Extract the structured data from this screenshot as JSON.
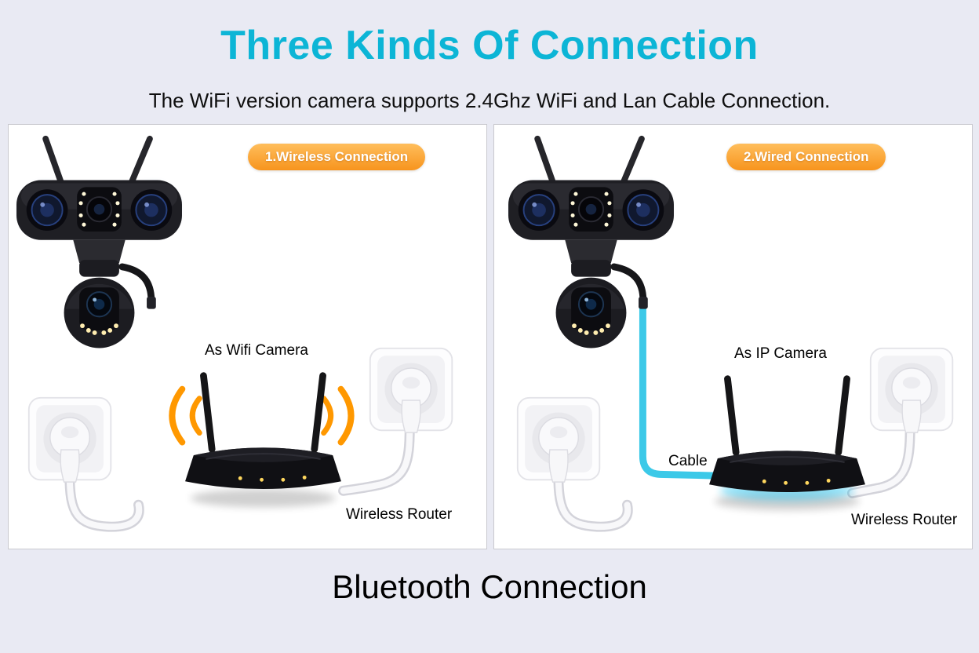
{
  "page": {
    "title": "Three Kinds Of Connection",
    "subtitle": "The WiFi version camera supports 2.4Ghz WiFi and Lan Cable Connection.",
    "footer": "Bluetooth Connection"
  },
  "panels": [
    {
      "badge": "1.Wireless Connection",
      "camera_label": "As Wifi Camera",
      "router_label": "Wireless Router"
    },
    {
      "badge": "2.Wired Connection",
      "camera_label": "As IP Camera",
      "cable_label": "Cable",
      "router_label": "Wireless Router"
    }
  ],
  "colors": {
    "title": "#0cb5d6",
    "badge_start": "#ffbe5c",
    "badge_end": "#f7941d",
    "wifi_wave": "#ff9800",
    "cable": "#3cc9e8",
    "background": "#e9eaf3",
    "panel_border": "#c9c9cf"
  }
}
